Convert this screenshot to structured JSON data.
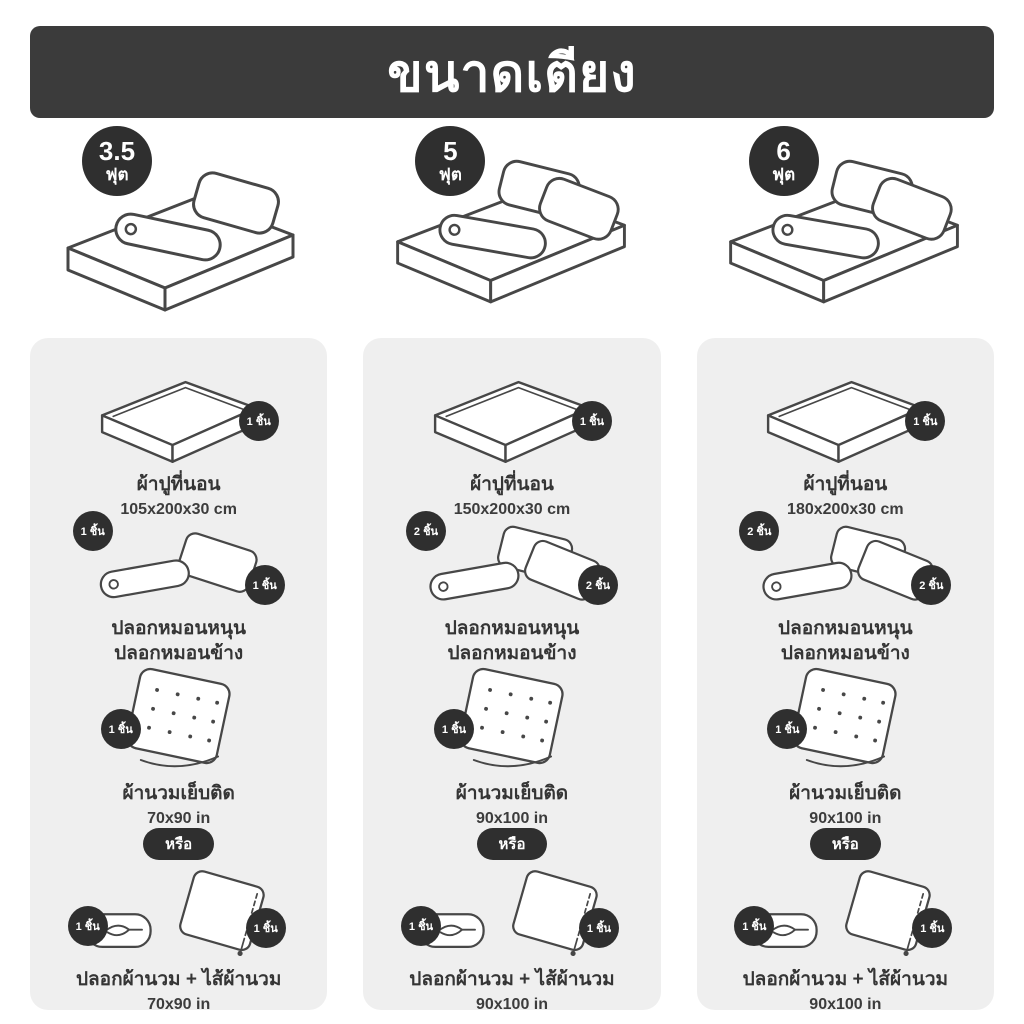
{
  "header": {
    "title": "ขนาดเตียง"
  },
  "colors": {
    "dark_bar": "#3b3b3b",
    "badge": "#2f2f2f",
    "panel": "#efefef",
    "line_art": "#474747"
  },
  "columns": [
    {
      "size": {
        "value": "3.5",
        "unit": "ฟุต"
      },
      "sheet": {
        "name": "ผ้าปูที่นอน",
        "dimension": "105x200x30 cm",
        "count": "1 ชิ้น"
      },
      "pillows": {
        "name_line1": "ปลอกหมอนหนุน",
        "name_line2": "ปลอกหมอนข้าง",
        "count_left": "1 ชิ้น",
        "count_right": "1 ชิ้น"
      },
      "comforter": {
        "name": "ผ้านวมเย็บติด",
        "dimension": "70x90 in",
        "count": "1 ชิ้น"
      },
      "duvet": {
        "or_label": "หรือ",
        "name": "ปลอกผ้านวม + ไส้ผ้านวม",
        "dimension": "70x90 in",
        "count_left": "1 ชิ้น",
        "count_right": "1 ชิ้น"
      }
    },
    {
      "size": {
        "value": "5",
        "unit": "ฟุต"
      },
      "sheet": {
        "name": "ผ้าปูที่นอน",
        "dimension": "150x200x30 cm",
        "count": "1 ชิ้น"
      },
      "pillows": {
        "name_line1": "ปลอกหมอนหนุน",
        "name_line2": "ปลอกหมอนข้าง",
        "count_left": "2 ชิ้น",
        "count_right": "2 ชิ้น"
      },
      "comforter": {
        "name": "ผ้านวมเย็บติด",
        "dimension": "90x100 in",
        "count": "1 ชิ้น"
      },
      "duvet": {
        "or_label": "หรือ",
        "name": "ปลอกผ้านวม + ไส้ผ้านวม",
        "dimension": "90x100 in",
        "count_left": "1 ชิ้น",
        "count_right": "1 ชิ้น"
      }
    },
    {
      "size": {
        "value": "6",
        "unit": "ฟุต"
      },
      "sheet": {
        "name": "ผ้าปูที่นอน",
        "dimension": "180x200x30 cm",
        "count": "1 ชิ้น"
      },
      "pillows": {
        "name_line1": "ปลอกหมอนหนุน",
        "name_line2": "ปลอกหมอนข้าง",
        "count_left": "2 ชิ้น",
        "count_right": "2 ชิ้น"
      },
      "comforter": {
        "name": "ผ้านวมเย็บติด",
        "dimension": "90x100 in",
        "count": "1 ชิ้น"
      },
      "duvet": {
        "or_label": "หรือ",
        "name": "ปลอกผ้านวม + ไส้ผ้านวม",
        "dimension": "90x100 in",
        "count_left": "1 ชิ้น",
        "count_right": "1 ชิ้น"
      }
    }
  ]
}
